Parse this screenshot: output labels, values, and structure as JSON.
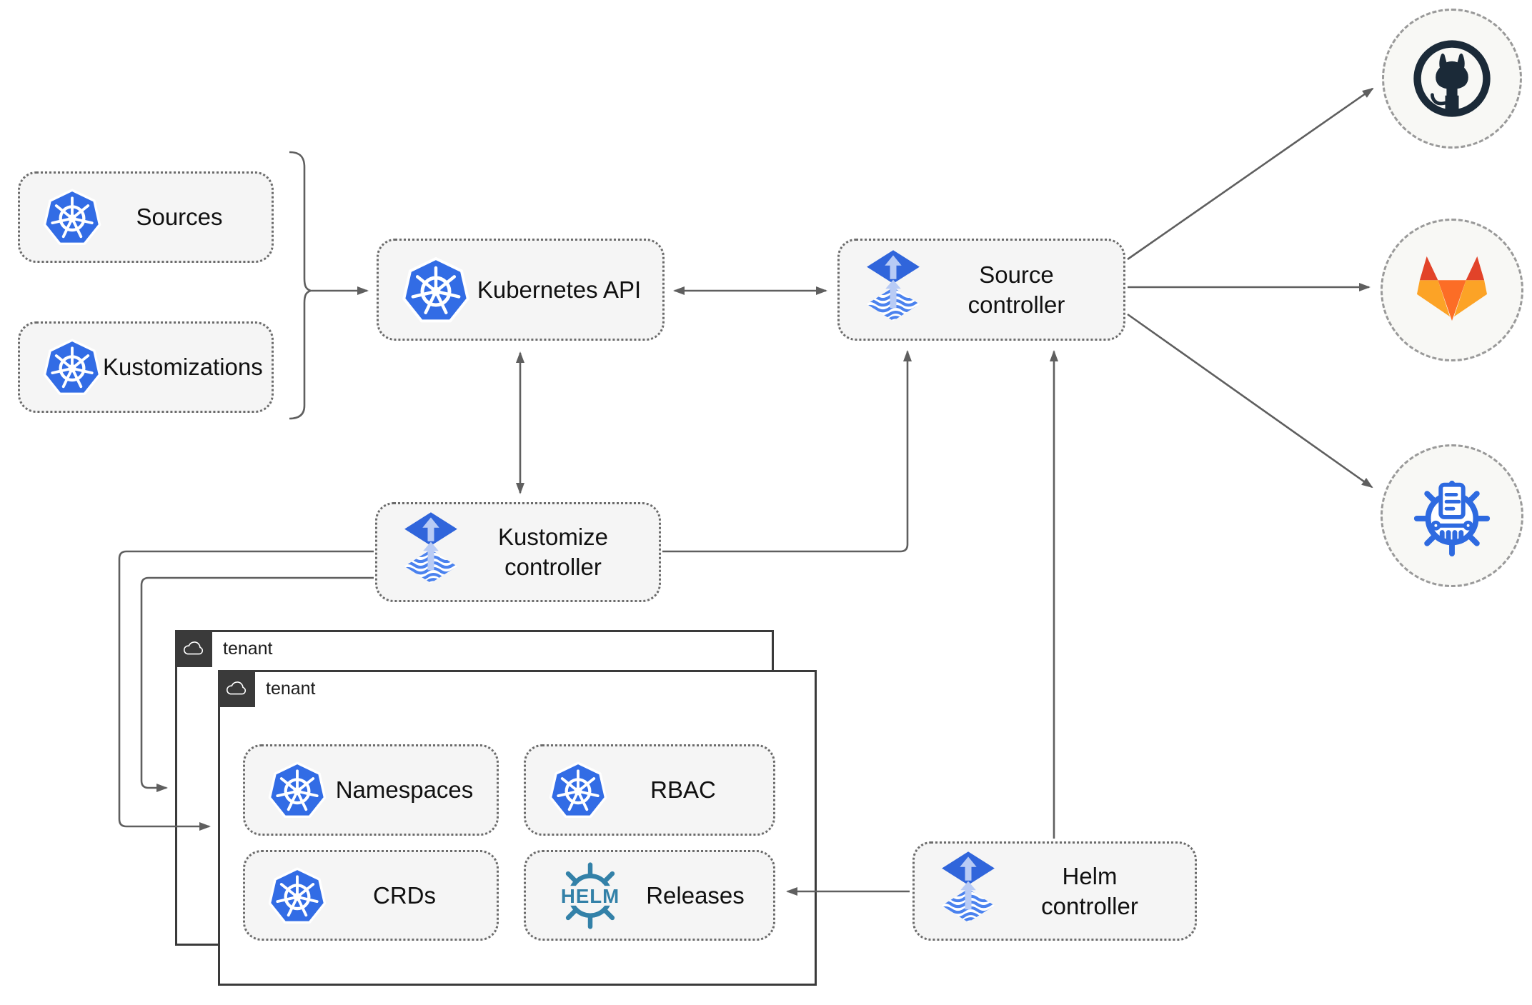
{
  "colors": {
    "kubernetes_blue": "#326ce5",
    "flux_blue": "#3065db",
    "flux_light": "#b8cbf5",
    "flux_stripe": "#4b82ee",
    "helm_teal": "#3381a8",
    "github_dark": "#1b2a38",
    "gitlab_red": "#e24329",
    "gitlab_orange": "#fc6d26",
    "gitlab_yellow": "#fca326",
    "chartmuseum_blue": "#2e6ae0",
    "line_gray": "#5f5f5f",
    "node_fill": "#f5f5f5",
    "node_border": "#6b6b6b",
    "tenant_border": "#3a3a3a",
    "badge_bg": "#3a3a3a",
    "circle_fill": "#f8f8f5",
    "circle_border": "#9a9a9a",
    "text_color": "#111111"
  },
  "nodes": {
    "sources": {
      "label": "Sources"
    },
    "kustomizations": {
      "label": "Kustomizations"
    },
    "kubernetes_api": {
      "label": "Kubernetes API"
    },
    "source_controller": {
      "label": "Source\ncontroller"
    },
    "kustomize_controller": {
      "label": "Kustomize\ncontroller"
    },
    "helm_controller": {
      "label": "Helm\ncontroller"
    },
    "namespaces": {
      "label": "Namespaces"
    },
    "rbac": {
      "label": "RBAC"
    },
    "crds": {
      "label": "CRDs"
    },
    "releases": {
      "label": "Releases"
    }
  },
  "tenants": {
    "outer_label": "tenant",
    "inner_label": "tenant"
  },
  "helm_logo_text": "HELM",
  "icons": {
    "kubernetes": "kubernetes-logo",
    "flux": "flux-logo",
    "helm": "helm-logo",
    "github": "github-logo",
    "gitlab": "gitlab-logo",
    "chart_repository": "chartmuseum-logo",
    "cloud": "cloud-icon"
  }
}
